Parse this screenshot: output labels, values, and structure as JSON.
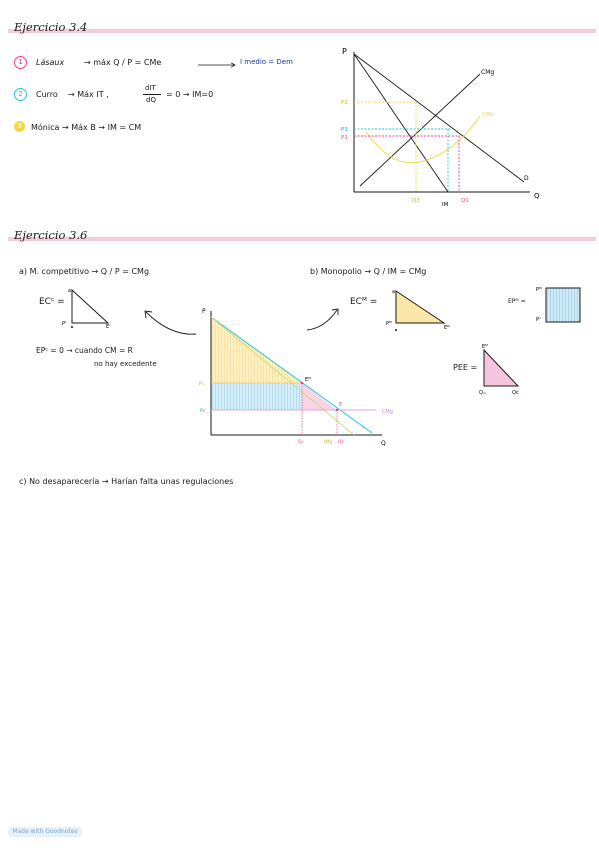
{
  "ex34": {
    "title": "Ejercicio 3.4",
    "items": [
      {
        "num": "1",
        "lead": "Lásaux",
        "text": "→ máx Q / P = CMe",
        "result": "I medio = Dem"
      },
      {
        "num": "2",
        "lead": "Curro",
        "text": "→ Máx IT ,",
        "frac_top": "dIT",
        "frac_bottom": "dQ",
        "tail": "= 0 → IM=0"
      },
      {
        "num": "3",
        "lead": "Mónica",
        "text": "→ Máx B → IM = CM"
      }
    ],
    "graph": {
      "p_axis": "P",
      "q_axis": "Q",
      "cmg": "CMg",
      "cme": "CMe",
      "demand": "D",
      "p2": "P2",
      "p3": "P3",
      "p1": "P1",
      "q3": "Q3",
      "q1": "Q1",
      "im": "IM"
    },
    "colors": {
      "pink": "#ee3d8a",
      "cyan": "#27c2df",
      "yellow": "#f1d94b",
      "fill_yellow": "#fbe7a8",
      "fill_blue": "#c5e6f3",
      "fill_pink": "#f6c4dc",
      "band": "#f9c9dc"
    }
  },
  "ex36": {
    "title": "Ejercicio 3.6",
    "a": "a) M. competitivo → Q / P = CMg",
    "b": "b) Monopolio → Q / IM = CMg",
    "ec_c": "ECᶜ =",
    "ec_m": "ECᴹ =",
    "ep_m": "EPᴹ =",
    "pee": "PEE =",
    "ep_note_1": "EPᶜ = 0 → cuando CM = R",
    "ep_note_2": "no hay excedente",
    "c": "c) No desaparecería → Harían falta unas regulaciones",
    "labels": {
      "a": "a",
      "pc": "Pᶜ",
      "ec": "Eᶜ",
      "pm": "Pᴹ",
      "em": "Eᴹ",
      "p": "P",
      "q": "Q",
      "qm": "Qₘ",
      "qc": "Qc",
      "cmg": "CMg",
      "img": "IMg",
      "pm_axis": "Pₘ",
      "pc_axis": "Pc",
      "qm_axis": "Qₘ",
      "qc_axis": "Qc",
      "e_axis": "E"
    }
  },
  "footer": "Made with Goodnotes"
}
